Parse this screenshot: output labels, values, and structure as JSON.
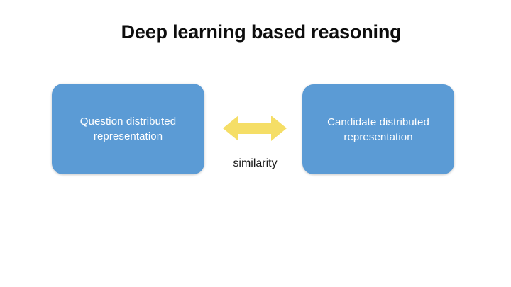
{
  "slide": {
    "title": "Deep learning based reasoning",
    "background_color": "#ffffff",
    "title_color": "#0d0d0d"
  },
  "diagram": {
    "type": "two-node-bidirectional",
    "node_fill_color": "#5b9bd5",
    "node_text_color": "#ffffff",
    "arrow_color": "#f5de66",
    "nodes": [
      {
        "id": "question",
        "label": "Question distributed representation",
        "line1": "Question distributed",
        "line2": "representation"
      },
      {
        "id": "candidate",
        "label": "Candidate distributed representation",
        "line1": "Candidate distributed",
        "line2": "representation"
      }
    ],
    "connector": {
      "icon": "double-headed-arrow-icon",
      "label": "similarity",
      "label_color": "#181818"
    }
  }
}
